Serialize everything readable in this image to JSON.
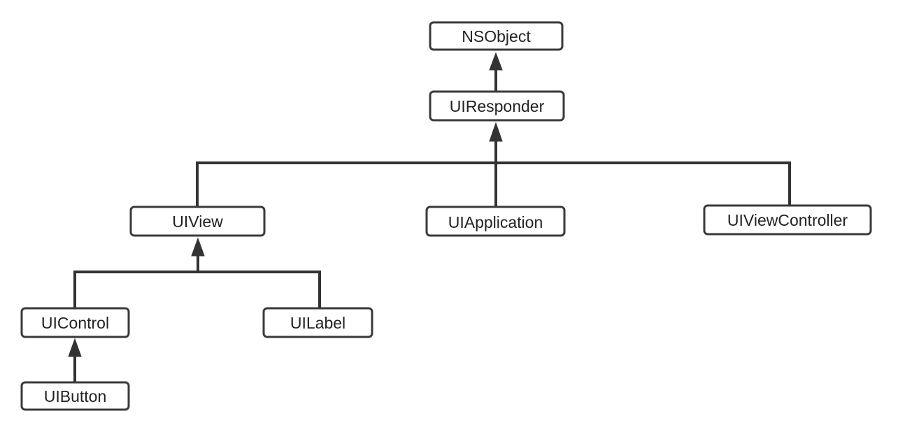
{
  "diagram": {
    "nodes": {
      "nsobject": "NSObject",
      "uiresponder": "UIResponder",
      "uiview": "UIView",
      "uiapplication": "UIApplication",
      "uiviewcontroller": "UIViewController",
      "uicontrol": "UIControl",
      "uilabel": "UILabel",
      "uibutton": "UIButton"
    },
    "edges": [
      {
        "from": "uiresponder",
        "to": "nsobject"
      },
      {
        "from": "uiview",
        "to": "uiresponder"
      },
      {
        "from": "uiapplication",
        "to": "uiresponder"
      },
      {
        "from": "uiviewcontroller",
        "to": "uiresponder"
      },
      {
        "from": "uicontrol",
        "to": "uiview"
      },
      {
        "from": "uilabel",
        "to": "uiview"
      },
      {
        "from": "uibutton",
        "to": "uicontrol"
      }
    ]
  }
}
